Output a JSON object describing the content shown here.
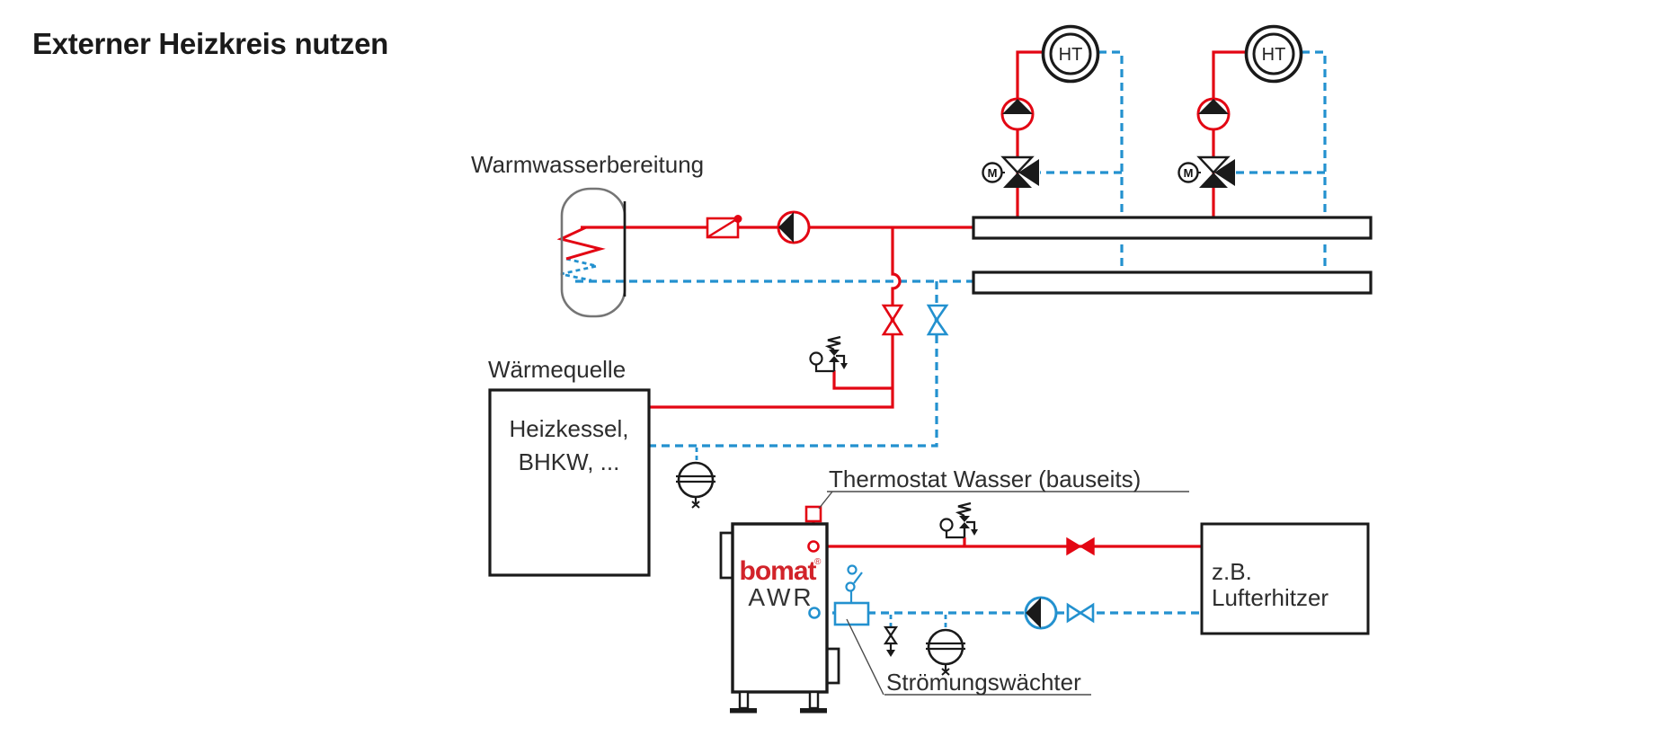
{
  "title": "Externer Heizkreis nutzen",
  "colors": {
    "red": "#e30613",
    "blue": "#2391cf",
    "black": "#1a1a1a",
    "gray": "#757575",
    "logo_red": "#d2232a",
    "text": "#2d2d2d"
  },
  "labels": {
    "dhw": "Warmwasserbereitung",
    "heat_source": "Wärmequelle",
    "heat_source_box_line1": "Heizkessel,",
    "heat_source_box_line2": "BHKW, ...",
    "thermostat_callout": "Thermostat Wasser (bauseits)",
    "flow_switch_callout": "Strömungswächter",
    "consumer_line1": "z.B.",
    "consumer_line2": "Lufterhitzer"
  },
  "devices": {
    "boiler_logo": "bomat",
    "boiler_logo_mark": "®",
    "boiler_model": "AWR",
    "room_thermostat_label": "HT",
    "mixer_motor_label": "M"
  }
}
